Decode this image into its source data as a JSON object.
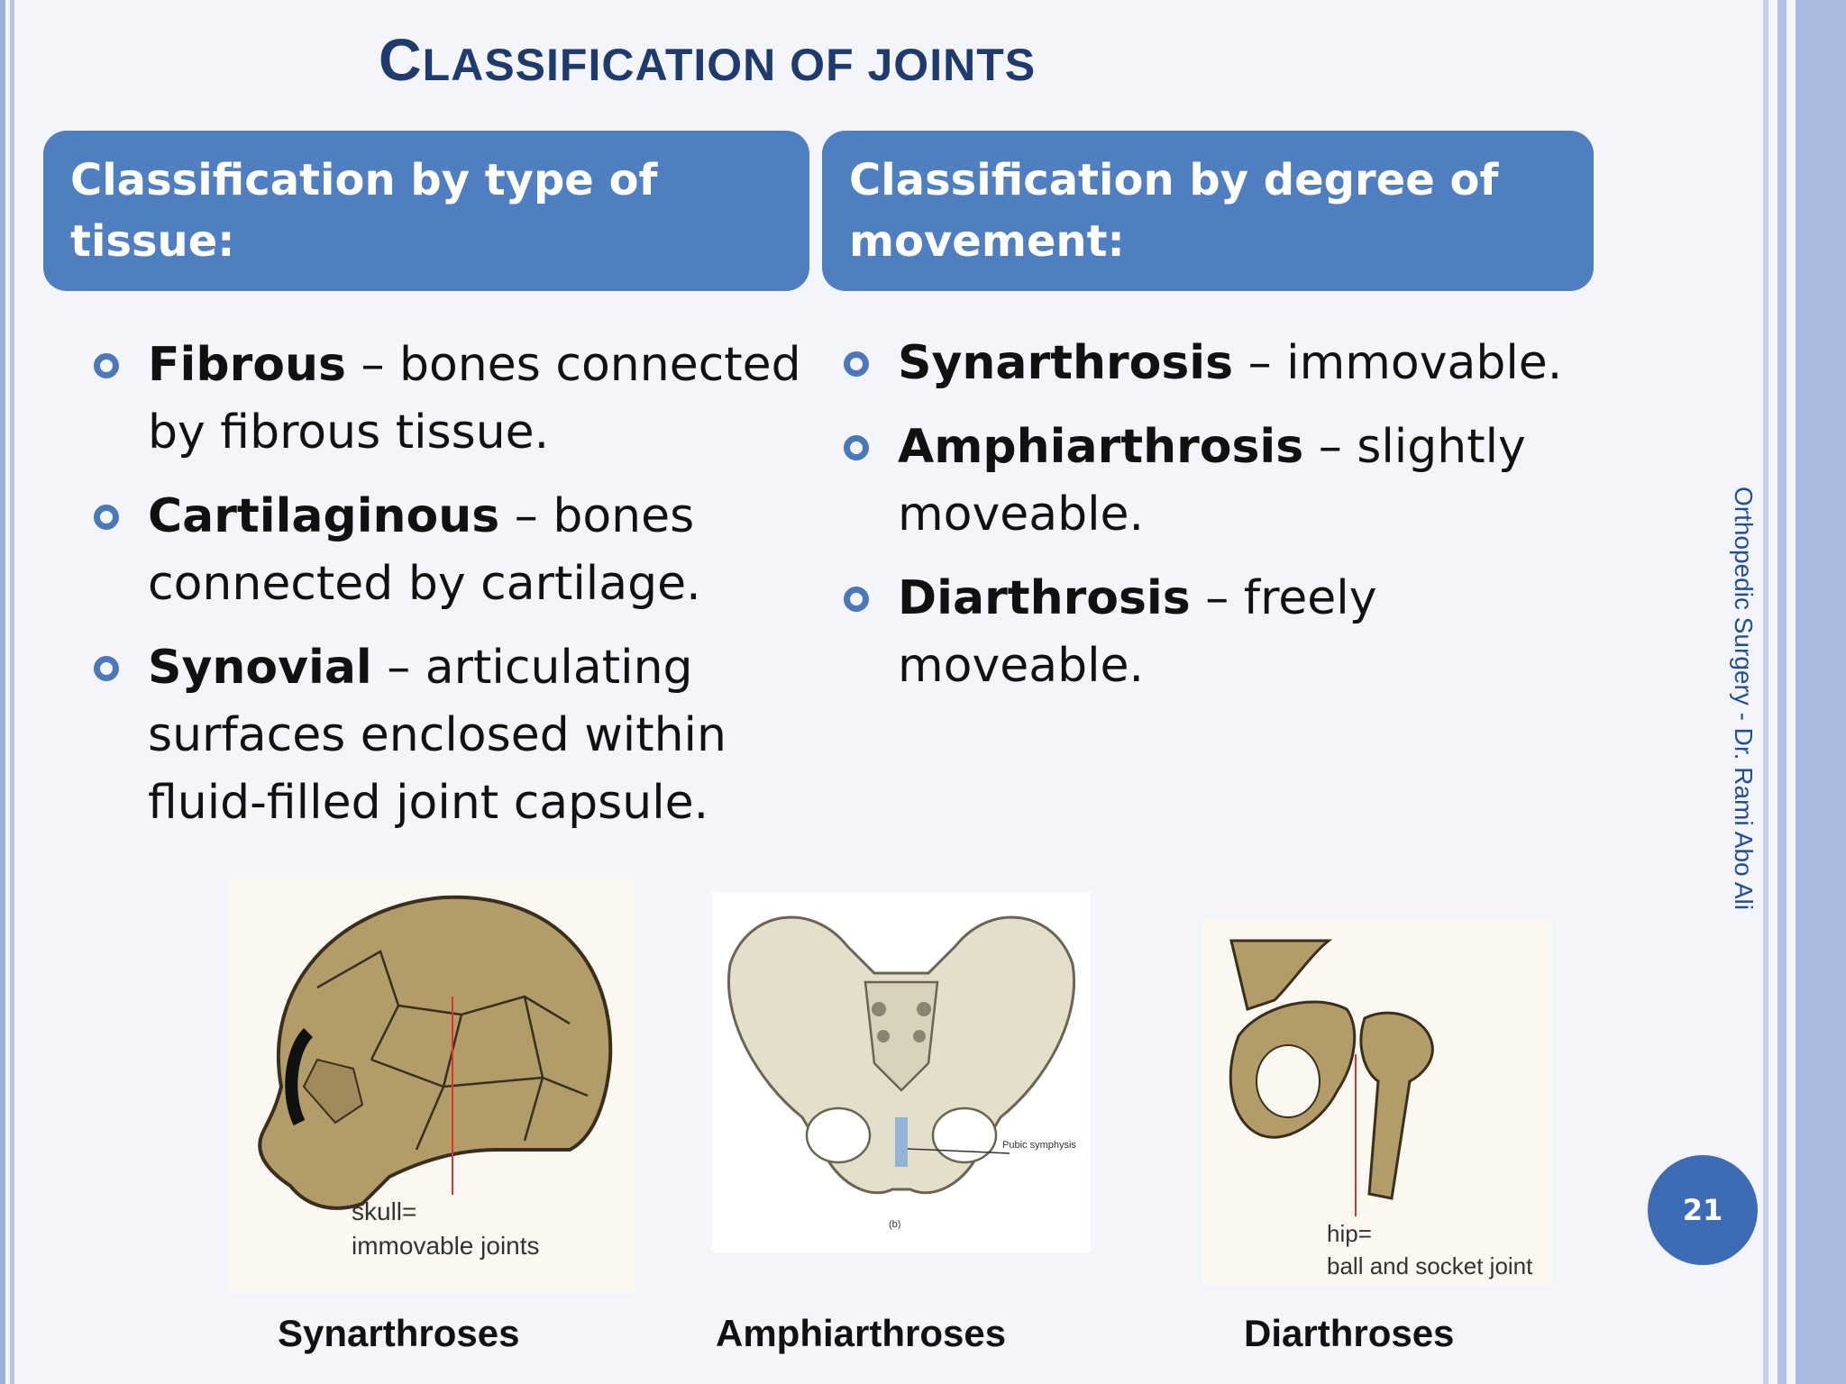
{
  "slide": {
    "title_first_letter": "C",
    "title_rest": "LASSIFICATION  OF JOINTS",
    "header_left": "Classification by type of tissue:",
    "header_right": "Classification by degree of movement:",
    "left_items": [
      {
        "term": "Fibrous",
        "text": " – bones connected by fibrous tissue."
      },
      {
        "term": "Cartilaginous",
        "text": " – bones connected by cartilage."
      },
      {
        "term": "Synovial",
        "text": " – articulating surfaces enclosed within fluid-filled joint capsule."
      }
    ],
    "right_items": [
      {
        "term": "Synarthrosis",
        "text": " – immovable."
      },
      {
        "term": "Amphiarthrosis",
        "text": " – slightly moveable."
      },
      {
        "term": "Diarthrosis",
        "text": " – freely moveable."
      }
    ],
    "side_text": "Orthopedic Surgery - Dr. Rami Abo Ali",
    "page_number": "21"
  },
  "figures": {
    "skull_label_1": "skull=",
    "skull_label_2": "immovable joints",
    "pelvis_label": "Pubic symphysis",
    "pelvis_tag": "(b)",
    "hip_label_1": "hip=",
    "hip_label_2": "ball and socket joint",
    "caption_1": "Synarthroses",
    "caption_2": "Amphiarthroses",
    "caption_3": "Diarthroses"
  },
  "colors": {
    "header_bg": "#4f7fc0",
    "title": "#1f3b6e",
    "bullet": "#4a78b8",
    "bone": "#b29c6a"
  }
}
